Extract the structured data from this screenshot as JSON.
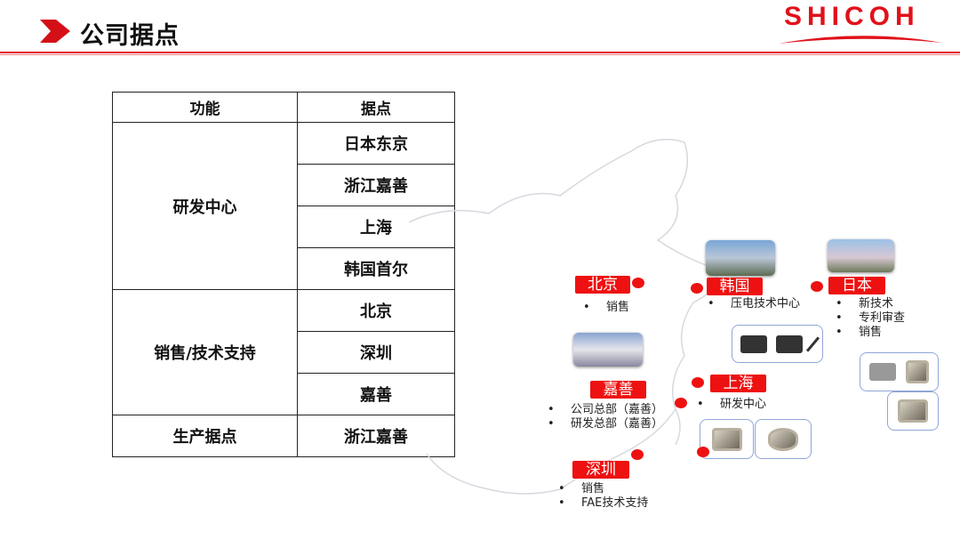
{
  "header": {
    "title": "公司据点",
    "logo": "SHICOH"
  },
  "table": {
    "headers": [
      "功能",
      "据点"
    ],
    "groups": [
      {
        "function": "研发中心",
        "locations": [
          "日本东京",
          "浙江嘉善",
          "上海",
          "韩国首尔"
        ]
      },
      {
        "function": "销售/技术支持",
        "locations": [
          "北京",
          "深圳",
          "嘉善"
        ]
      },
      {
        "function": "生产据点",
        "locations": [
          "浙江嘉善"
        ]
      }
    ]
  },
  "map": {
    "beijing": {
      "label": "北京",
      "items": [
        "销售"
      ]
    },
    "korea": {
      "label": "韩国",
      "items": [
        "压电技术中心"
      ]
    },
    "japan": {
      "label": "日本",
      "items": [
        "新技术",
        "专利审查",
        "销售"
      ]
    },
    "jiashan": {
      "label": "嘉善",
      "items": [
        "公司总部（嘉善）",
        "研发总部（嘉善）"
      ]
    },
    "shanghai": {
      "label": "上海",
      "items": [
        "研发中心"
      ]
    },
    "shenzhen": {
      "label": "深圳",
      "items": [
        "销售",
        "FAE技术支持"
      ]
    },
    "bullet": "•"
  },
  "colors": {
    "accent": "#e1111a",
    "tag": "#ee1111"
  }
}
